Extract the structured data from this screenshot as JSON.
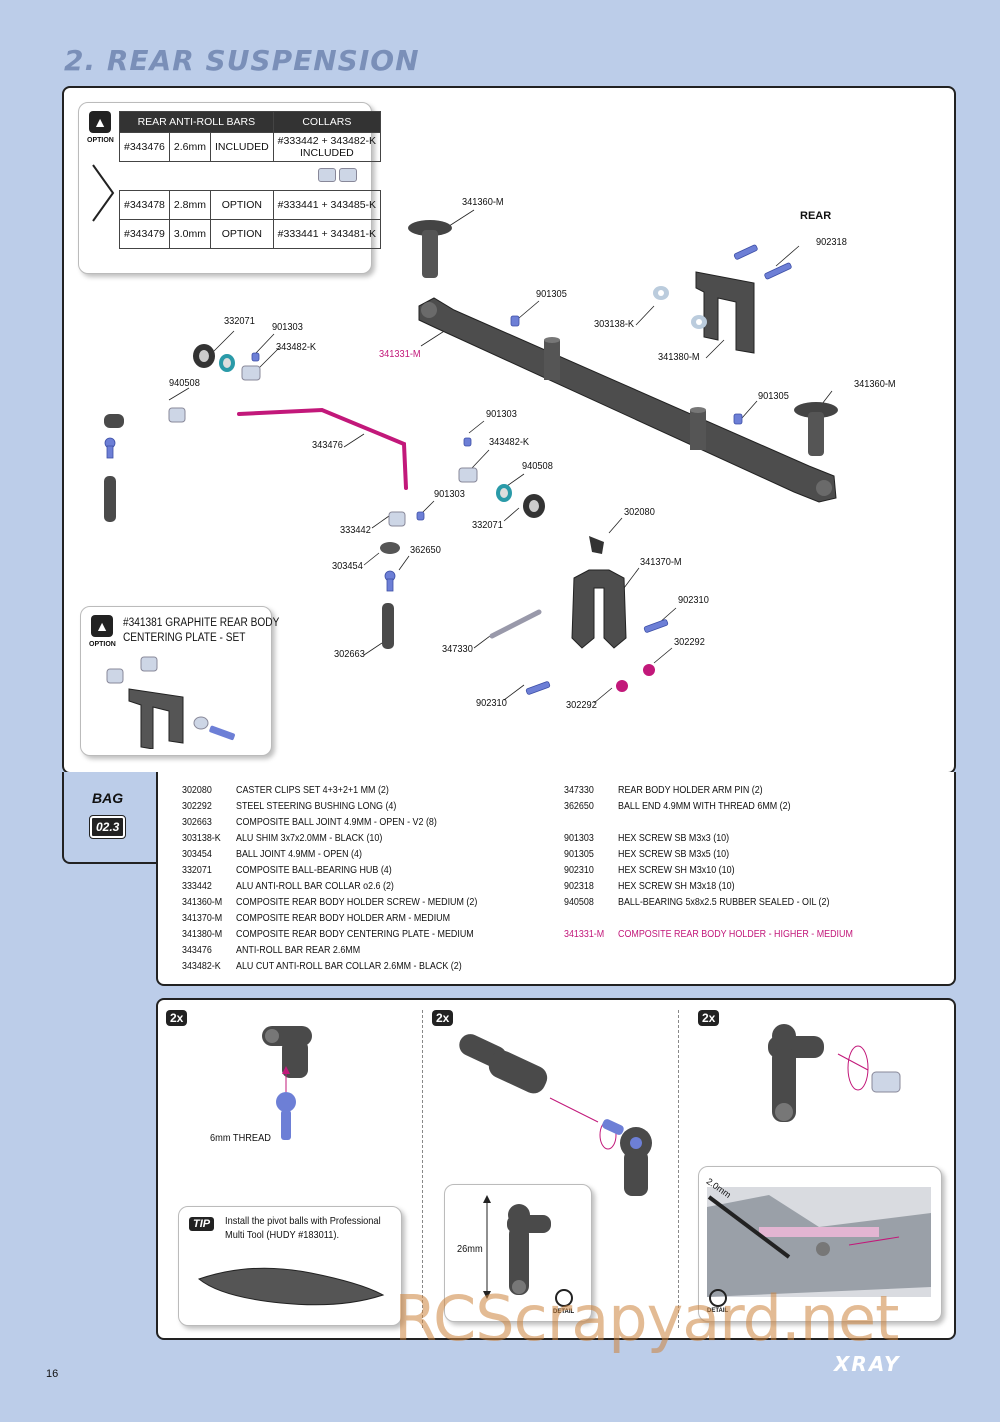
{
  "header": {
    "title": "2. REAR SUSPENSION"
  },
  "option_table": {
    "option_word": "OPTION",
    "col_bars": "REAR ANTI-ROLL BARS",
    "col_collars": "COLLARS",
    "rows": [
      {
        "part": "#343476",
        "size": "2.6mm",
        "status": "INCLUDED",
        "collars": "#333442 + 343482-K INCLUDED"
      },
      {
        "part": "#343478",
        "size": "2.8mm",
        "status": "OPTION",
        "collars": "#333441 + 343485-K"
      },
      {
        "part": "#343479",
        "size": "3.0mm",
        "status": "OPTION",
        "collars": "#333441 + 343481-K"
      }
    ]
  },
  "option2": {
    "option_word": "OPTION",
    "line1": "#341381 GRAPHITE REAR BODY",
    "line2": "CENTERING PLATE - SET"
  },
  "rear_label": "REAR",
  "callouts": [
    {
      "text": "341360-M",
      "pink": false
    },
    {
      "text": "902318",
      "pink": false
    },
    {
      "text": "901305",
      "pink": false
    },
    {
      "text": "303138-K",
      "pink": false
    },
    {
      "text": "341380-M",
      "pink": false
    },
    {
      "text": "332071",
      "pink": false
    },
    {
      "text": "901303",
      "pink": false
    },
    {
      "text": "343482-K",
      "pink": false
    },
    {
      "text": "341331-M",
      "pink": true
    },
    {
      "text": "940508",
      "pink": false
    },
    {
      "text": "901305",
      "pink": false
    },
    {
      "text": "341360-M",
      "pink": false
    },
    {
      "text": "901303",
      "pink": false
    },
    {
      "text": "343476",
      "pink": false
    },
    {
      "text": "343482-K",
      "pink": false
    },
    {
      "text": "940508",
      "pink": false
    },
    {
      "text": "901303",
      "pink": false
    },
    {
      "text": "332071",
      "pink": false
    },
    {
      "text": "333442",
      "pink": false
    },
    {
      "text": "302080",
      "pink": false
    },
    {
      "text": "303454",
      "pink": false
    },
    {
      "text": "362650",
      "pink": false
    },
    {
      "text": "341370-M",
      "pink": false
    },
    {
      "text": "902310",
      "pink": false
    },
    {
      "text": "302292",
      "pink": false
    },
    {
      "text": "347330",
      "pink": false
    },
    {
      "text": "302663",
      "pink": false
    },
    {
      "text": "902310",
      "pink": false
    },
    {
      "text": "302292",
      "pink": false
    }
  ],
  "bag": {
    "label": "BAG",
    "number": "02.3"
  },
  "parts_left": [
    {
      "code": "302080",
      "desc": "CASTER CLIPS SET 4+3+2+1 MM (2)"
    },
    {
      "code": "302292",
      "desc": "STEEL STEERING BUSHING LONG (4)"
    },
    {
      "code": "302663",
      "desc": "COMPOSITE BALL JOINT 4.9MM - OPEN - V2 (8)"
    },
    {
      "code": "303138-K",
      "desc": "ALU SHIM 3x7x2.0MM - BLACK (10)"
    },
    {
      "code": "303454",
      "desc": "BALL JOINT 4.9MM - OPEN (4)"
    },
    {
      "code": "332071",
      "desc": "COMPOSITE BALL-BEARING HUB (4)"
    },
    {
      "code": "333442",
      "desc": "ALU ANTI-ROLL BAR COLLAR o2.6 (2)"
    },
    {
      "code": "341360-M",
      "desc": "COMPOSITE REAR BODY HOLDER SCREW - MEDIUM (2)"
    },
    {
      "code": "341370-M",
      "desc": "COMPOSITE REAR BODY HOLDER ARM - MEDIUM"
    },
    {
      "code": "341380-M",
      "desc": "COMPOSITE REAR BODY CENTERING PLATE - MEDIUM"
    },
    {
      "code": "343476",
      "desc": "ANTI-ROLL BAR REAR 2.6MM"
    },
    {
      "code": "343482-K",
      "desc": "ALU CUT ANTI-ROLL BAR COLLAR 2.6MM - BLACK (2)"
    }
  ],
  "parts_right": [
    {
      "code": "347330",
      "desc": "REAR BODY HOLDER ARM PIN (2)"
    },
    {
      "code": "362650",
      "desc": "BALL END 4.9MM WITH THREAD 6MM (2)"
    },
    {
      "code": "901303",
      "desc": "HEX SCREW SB M3x3 (10)"
    },
    {
      "code": "901305",
      "desc": "HEX SCREW SB M3x5 (10)"
    },
    {
      "code": "902310",
      "desc": "HEX SCREW SH M3x10 (10)"
    },
    {
      "code": "902318",
      "desc": "HEX SCREW SH M3x18 (10)"
    },
    {
      "code": "940508",
      "desc": "BALL-BEARING 5x8x2.5 RUBBER SEALED - OIL (2)"
    },
    {
      "code": "341331-M",
      "desc": "COMPOSITE REAR BODY HOLDER - HIGHER - MEDIUM"
    }
  ],
  "steps": {
    "qty1": "2x",
    "qty2": "2x",
    "qty3": "2x",
    "thread_label": "6mm THREAD",
    "tip_badge": "TIP",
    "tip_text1": "Install the pivot balls with Professional",
    "tip_text2": "Multi Tool (HUDY #183011).",
    "dim_label": "26mm",
    "detail1": "DETAIL",
    "detail2": "DETAIL",
    "hex_label": "2.0mm"
  },
  "footer": {
    "page_number": "16",
    "watermark": "RCScrapyard.net",
    "brand": "XRAY"
  },
  "colors": {
    "background": "#bccde9",
    "accent_pink": "#c2187a",
    "part_gray": "#4a4a4a",
    "screw_blue": "#6d7fd6"
  }
}
